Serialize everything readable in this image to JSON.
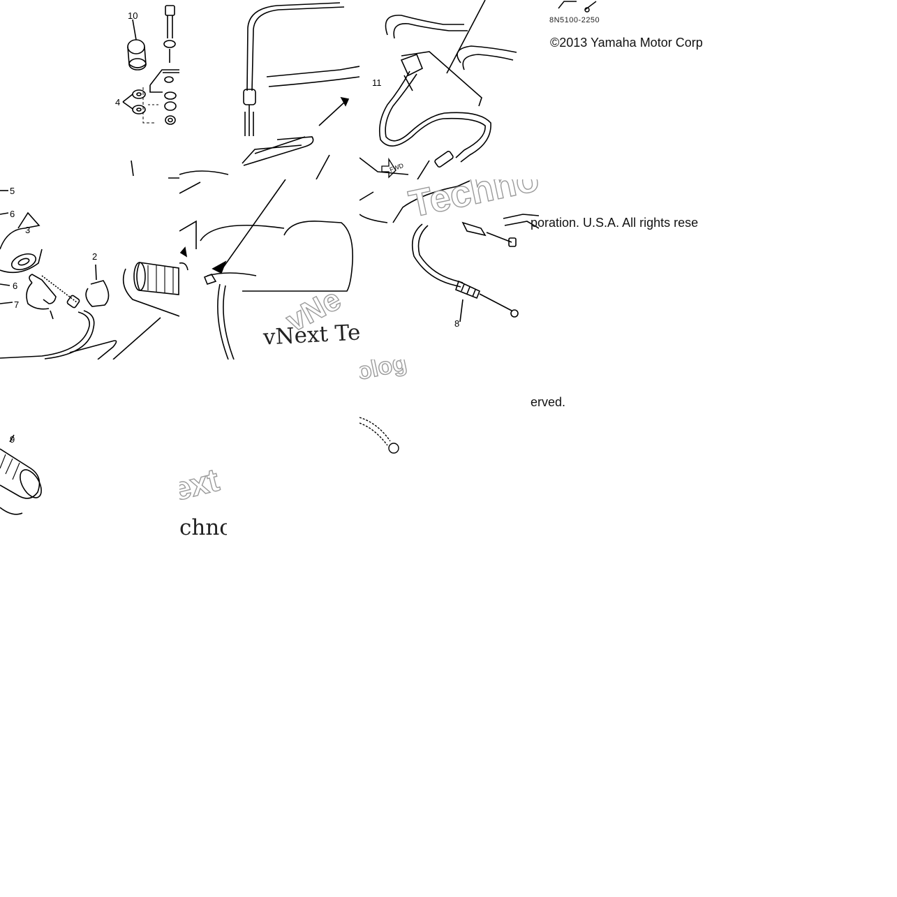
{
  "copyright": {
    "line1": "©2013 Yamaha Motor Corp",
    "line2_fragment": "poration. U.S.A. All rights rese",
    "line3_fragment": "erved."
  },
  "part_code": "8N5100-2250",
  "watermarks": {
    "serif_1": "vNext Te",
    "serif_2": "chnc",
    "outline_1": "Techno",
    "outline_2": "vNe",
    "outline_3": "olog",
    "outline_4": "ext"
  },
  "callouts": {
    "c10": "10",
    "c4": "4",
    "c5": "5",
    "c6a": "6",
    "c3": "3",
    "c6b": "6",
    "c7": "7",
    "c2": "2",
    "c9": "9",
    "c11": "11",
    "c8": "8"
  },
  "icons": {
    "fwd_arrow": "FWD"
  }
}
